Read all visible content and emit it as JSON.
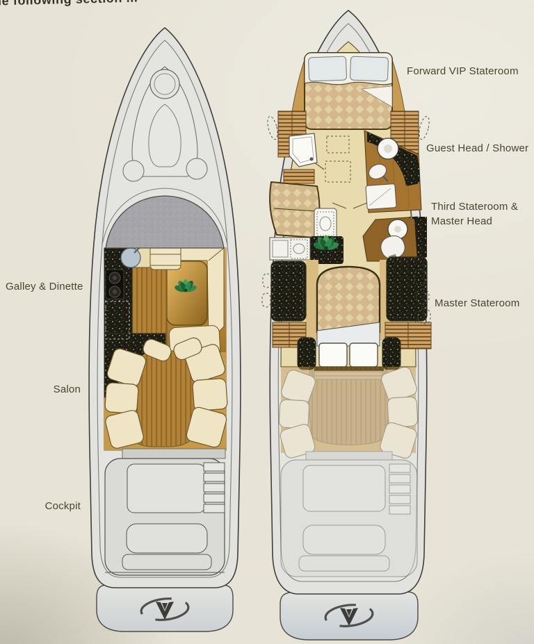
{
  "header": {
    "clipped_text": "le following section ..."
  },
  "plans": {
    "main_deck": {
      "labels": [
        {
          "id": "galley-dinette",
          "text": "Galley & Dinette"
        },
        {
          "id": "salon",
          "text": "Salon"
        },
        {
          "id": "cockpit",
          "text": "Cockpit"
        }
      ]
    },
    "lower_deck": {
      "labels": [
        {
          "id": "forward-vip-stateroom",
          "text": "Forward VIP Stateroom"
        },
        {
          "id": "guest-head-shower",
          "text": "Guest Head / Shower"
        },
        {
          "id": "third-stateroom-master-head",
          "text": "Third Stateroom & Master Head"
        },
        {
          "id": "master-stateroom",
          "text": "Master Stateroom"
        }
      ]
    }
  },
  "icons": {
    "brand_logo": "v-swoosh-logo",
    "plant": "potted-plant"
  },
  "colors": {
    "page_background": "#e7e3d6",
    "label_text": "#4a442e",
    "hull_fill": "#e2e3df",
    "hull_outline": "#3f3f3a",
    "wood_floor": "#b2823a",
    "gold_upholstery": "#c79a46",
    "cream_upholstery": "#efe5c5",
    "dark_counter": "#1d1c12",
    "bedspread_tan": "#d2b88a"
  }
}
